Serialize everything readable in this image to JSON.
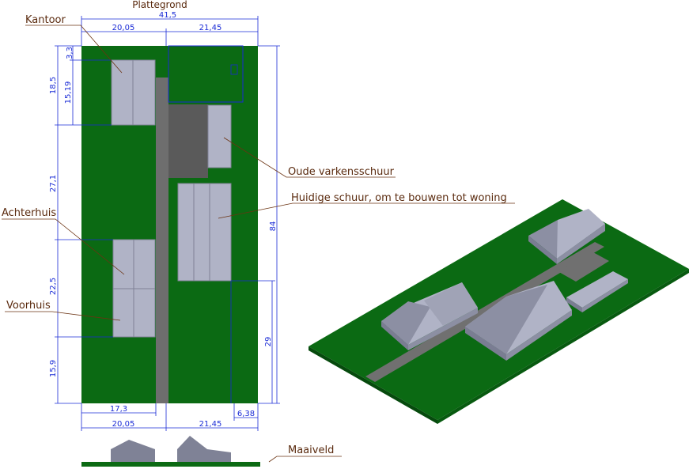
{
  "title": "Plattegrond",
  "colors": {
    "grass": "#0b6a13",
    "path": "#6e6e6e",
    "yard": "#5a5a5a",
    "building": "#b0b3c6",
    "building_dark": "#7f8296",
    "dimension": "#1a2bd6",
    "leader": "#6b3312"
  },
  "labels": {
    "kantoor": "Kantoor",
    "oude_varkensschuur": "Oude varkensschuur",
    "huidige_schuur": "Huidige schuur, om te bouwen tot woning",
    "achterhuis": "Achterhuis",
    "voorhuis": "Voorhuis",
    "maaiveld": "Maaiveld"
  },
  "dimensions": {
    "total_width": "41,5",
    "top_left": "20,05",
    "top_right": "21,45",
    "bottom_left": "20,05",
    "bottom_right": "21,45",
    "bottom_inner_left": "17,3",
    "bottom_inner_right": "6,38",
    "height_total": "84",
    "left_3_3": "3,3",
    "left_15_19": "15,19",
    "left_18_5": "18,5",
    "left_27_1": "27,1",
    "left_22_5": "22,5",
    "left_15_9": "15,9",
    "right_29": "29"
  }
}
